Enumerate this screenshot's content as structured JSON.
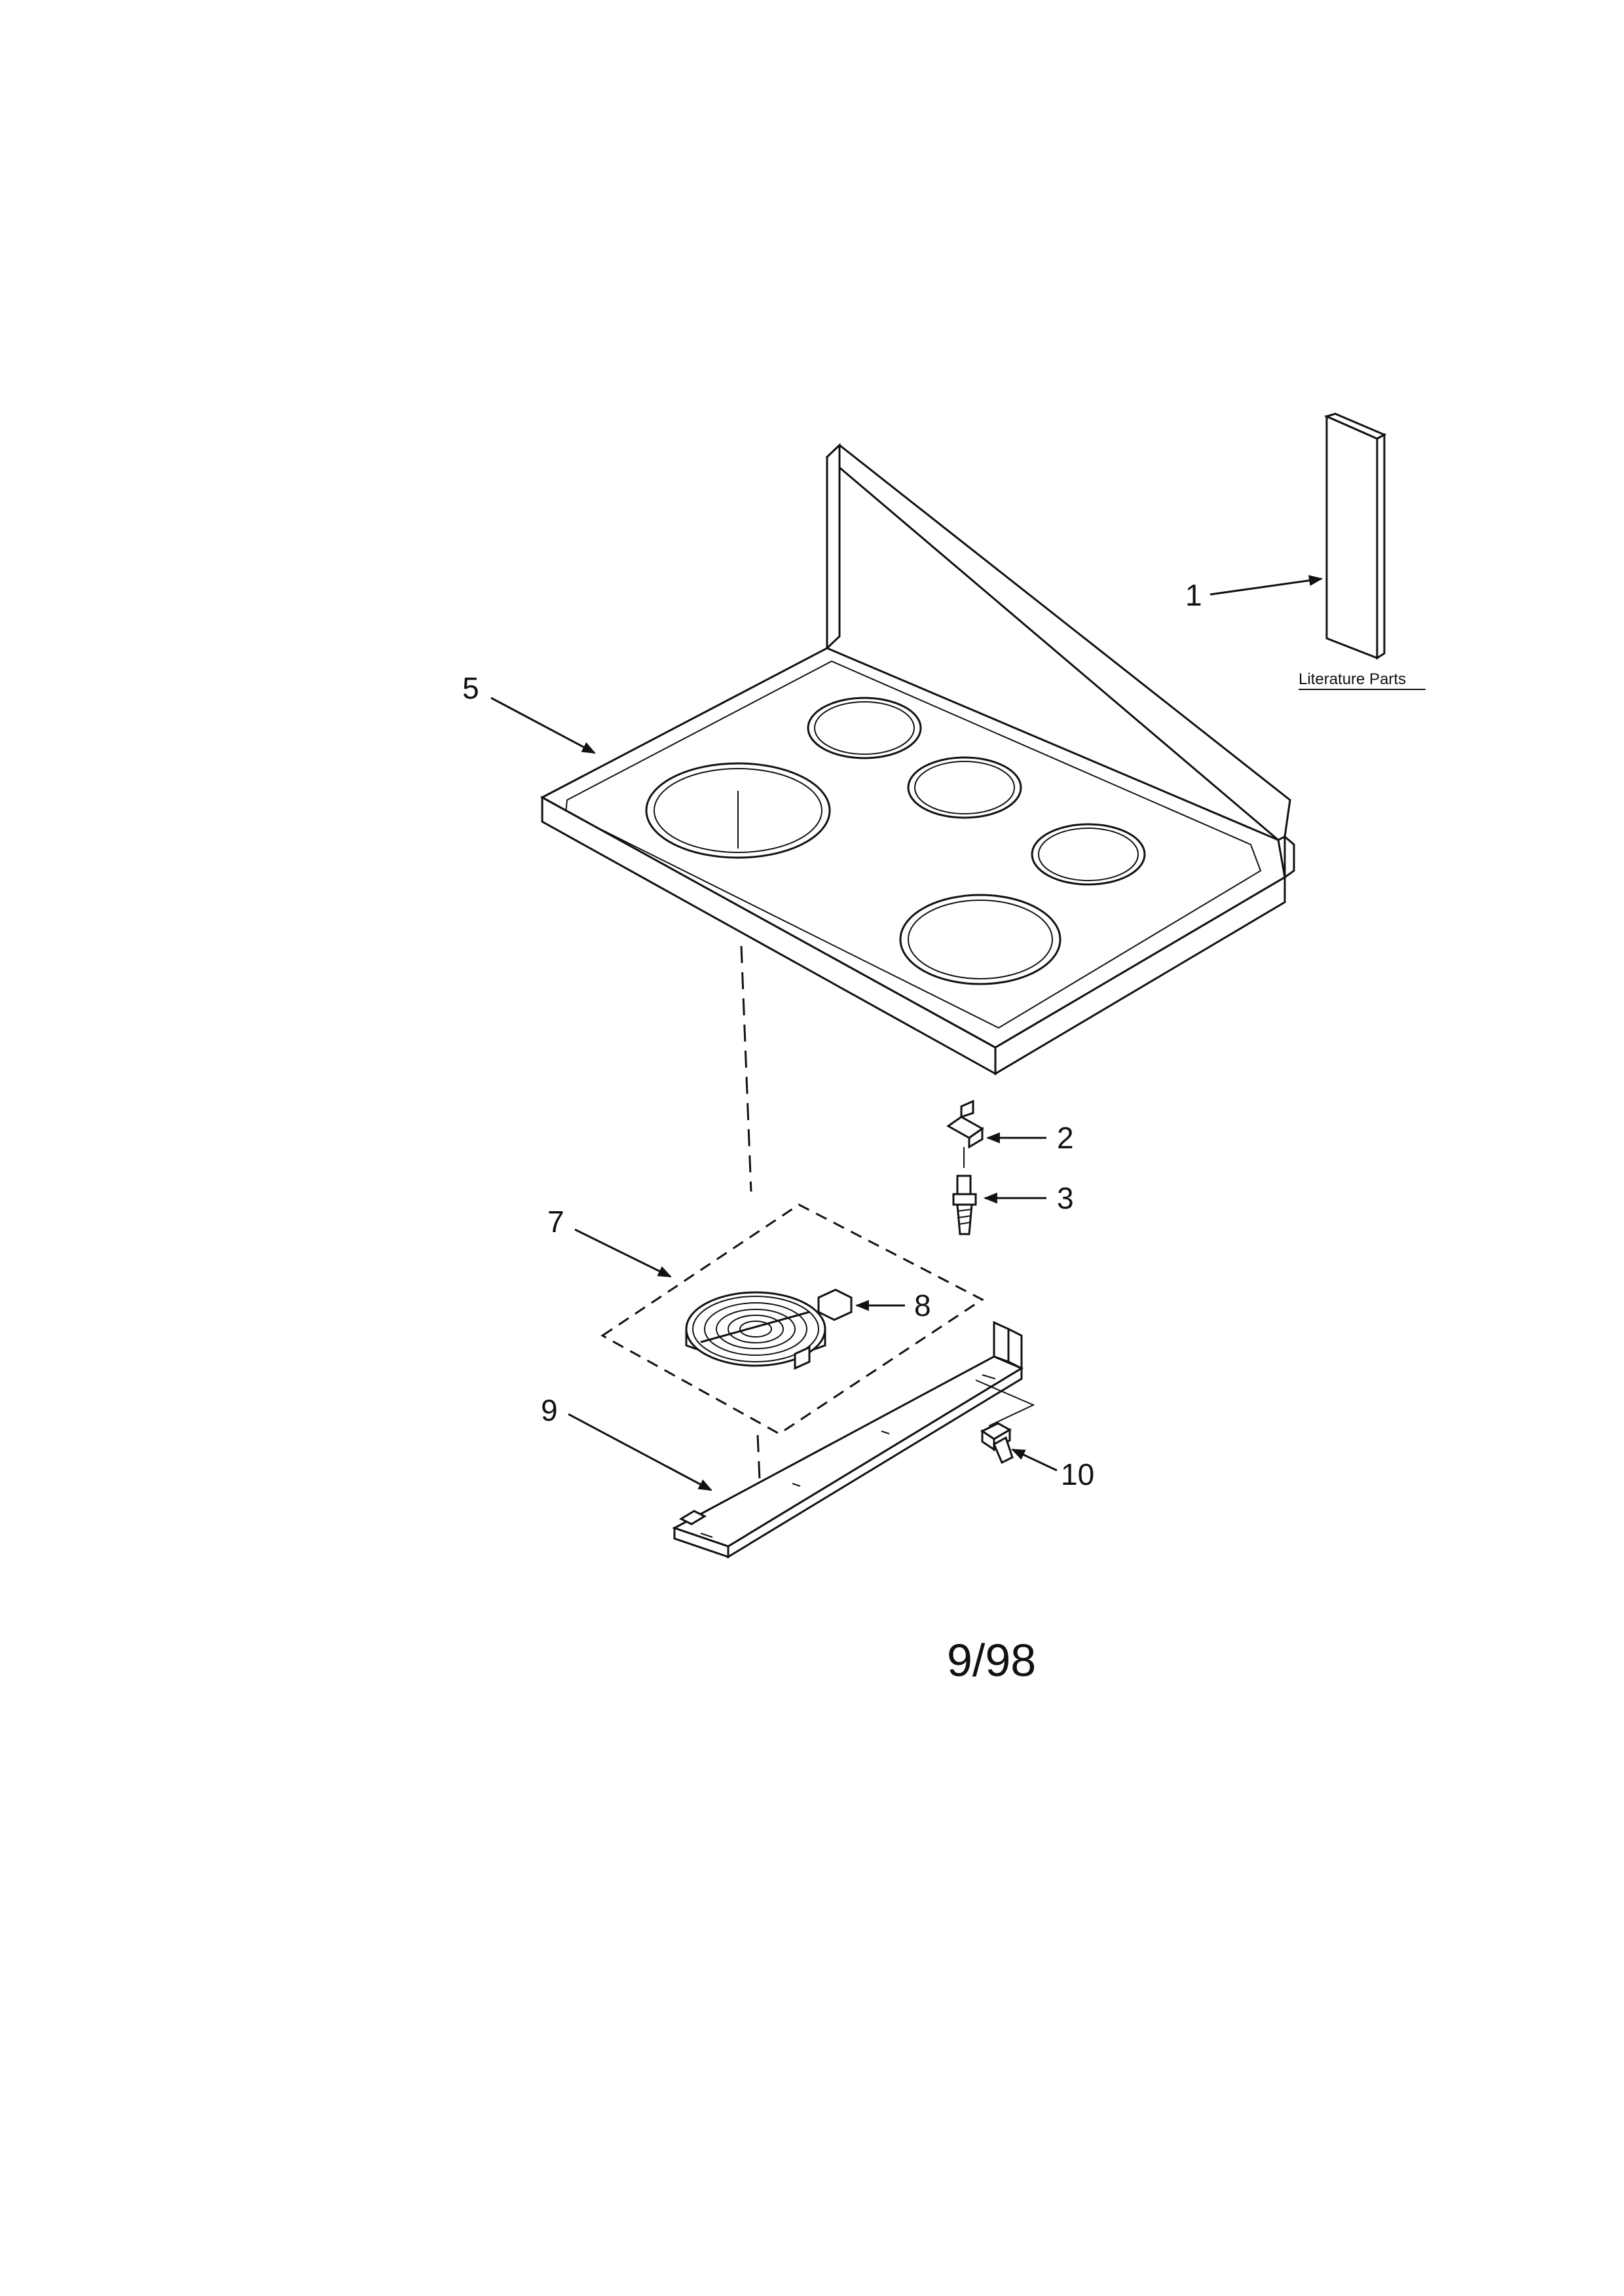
{
  "callouts": {
    "c1": "1",
    "c2": "2",
    "c3": "3",
    "c5": "5",
    "c7": "7",
    "c8": "8",
    "c9": "9",
    "c10": "10"
  },
  "literature_caption": "Literature Parts",
  "date_code": "9/98"
}
